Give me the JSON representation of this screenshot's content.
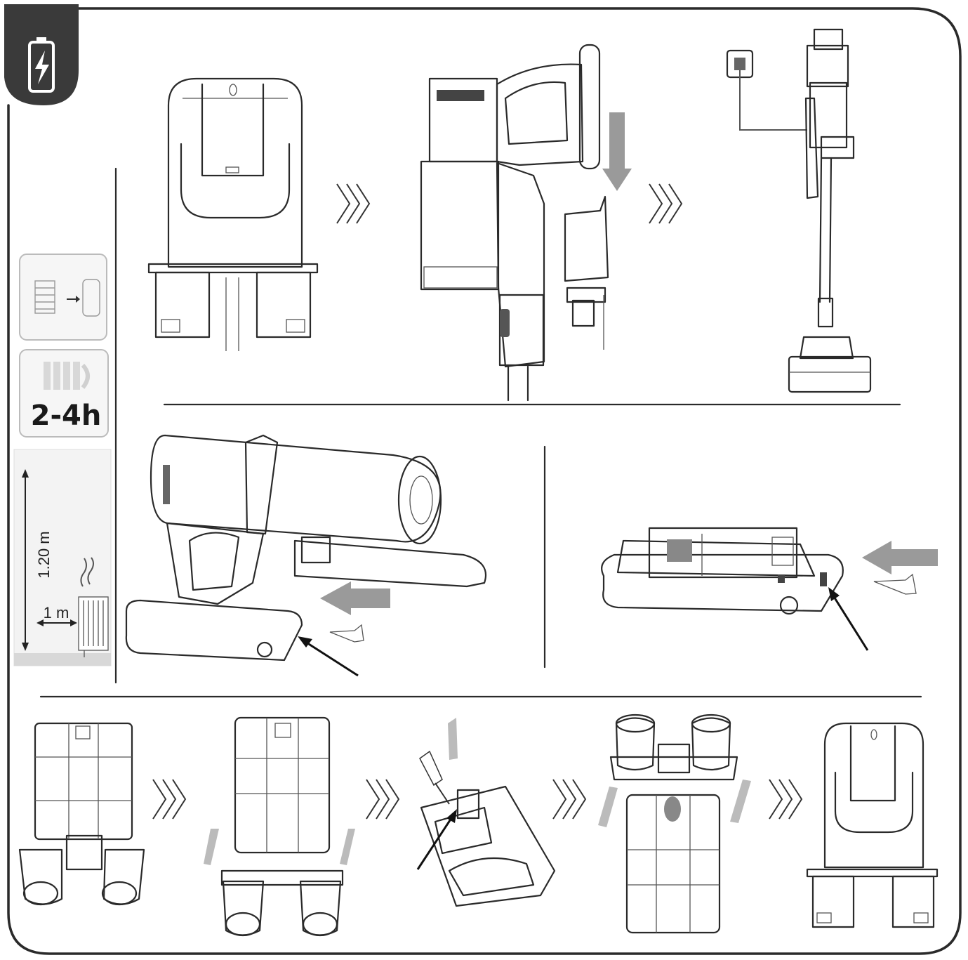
{
  "header_badge": {
    "icon": "battery-charging-icon",
    "bg_color": "#3a3a3a"
  },
  "sidebar": {
    "charge_time": "2-4h",
    "placement": {
      "height_label": "1.20 m",
      "distance_label": "1 m"
    }
  },
  "steps": {
    "separator": "chevron-triple-icon",
    "push_arrow_color": "#9a9a9a"
  }
}
